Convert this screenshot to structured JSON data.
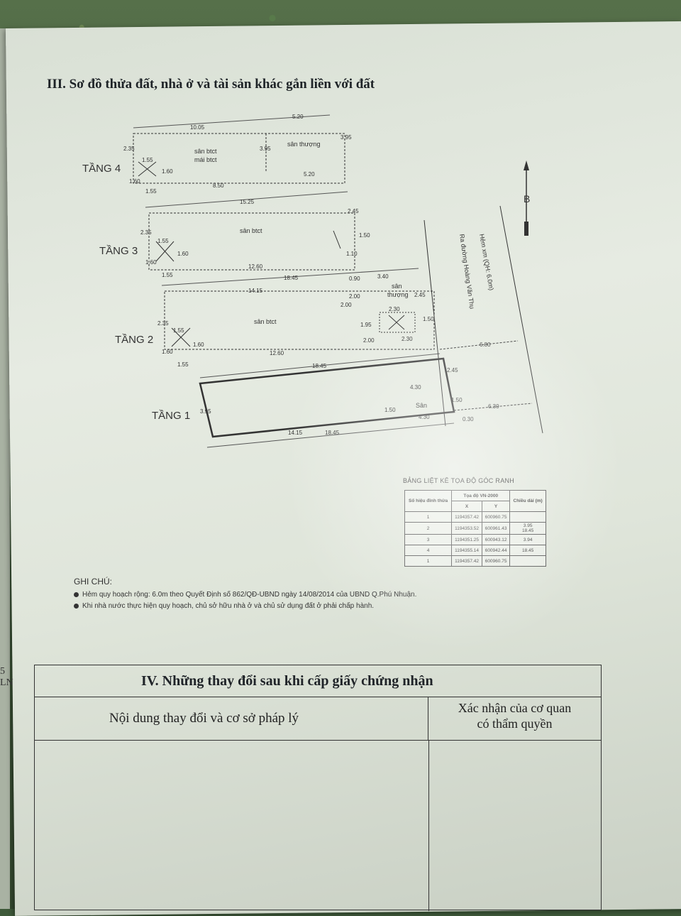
{
  "section_title": "III. Sơ đồ thửa đất, nhà ở và tài sản khác gắn liền với đất",
  "floors": {
    "t4": {
      "label": "TẦNG 4",
      "dims": [
        "10.05",
        "5.20",
        "2.35",
        "3.95",
        "3.95",
        "1.55",
        "1.60",
        "1.60",
        "1.55",
        "8.50",
        "5.20"
      ],
      "texts": [
        "sân btct",
        "mái btct",
        "sân thượng"
      ]
    },
    "t3": {
      "label": "TẦNG 3",
      "dims": [
        "15.25",
        "2.45",
        "1.50",
        "2.35",
        "1.55",
        "1.60",
        "1.60",
        "1.55",
        "12.60",
        "1.10"
      ],
      "texts": [
        "sân btct"
      ]
    },
    "t2": {
      "label": "TẦNG 2",
      "dims": [
        "18.45",
        "0.90",
        "3.40",
        "14.15",
        "2.00",
        "2.00",
        "2.45",
        "1.50",
        "2.30",
        "1.95",
        "2.35",
        "1.55",
        "1.60",
        "1.60",
        "1.55",
        "12.60",
        "2.00",
        "2.30"
      ],
      "texts": [
        "sân btct",
        "sân",
        "thượng"
      ]
    },
    "t1": {
      "label": "TẦNG 1",
      "dims": [
        "18.45",
        "2.45",
        "4.30",
        "1.50",
        "1.50",
        "3.95",
        "4.30",
        "0.30",
        "14.15",
        "18.45",
        "6.30",
        "6.80"
      ],
      "texts": [
        "Sân"
      ]
    }
  },
  "street": {
    "alley": "Hẻm xm (QH: 6.0m)",
    "road": "Ra đường Hoàng Văn Thụ",
    "north": "B"
  },
  "coord_table": {
    "title": "BẢNG LIỆT KÊ TỌA ĐỘ GÓC RANH",
    "headers": {
      "no": "Số hiệu đỉnh thửa",
      "coord": "Tọa độ VN-2000",
      "x": "X",
      "y": "Y",
      "length": "Chiều dài (m)"
    },
    "rows": [
      {
        "no": "1",
        "x": "1194357.42",
        "y": "600960.75"
      },
      {
        "no": "2",
        "x": "1194353.52",
        "y": "600961.43"
      },
      {
        "no": "3",
        "x": "1194351.25",
        "y": "600943.12"
      },
      {
        "no": "4",
        "x": "1194355.14",
        "y": "600942.44"
      },
      {
        "no": "1",
        "x": "1194357.42",
        "y": "600960.75"
      }
    ],
    "lengths": [
      "3.95",
      "18.45",
      "3.94",
      "18.45"
    ]
  },
  "notes": {
    "heading": "GHI CHÚ:",
    "items": [
      "Hẻm quy hoạch rộng: 6.0m theo Quyết Định số 862/QĐ-UBND ngày 14/08/2014 của UBND Q.Phú Nhuận.",
      "Khi nhà nước thực hiện quy hoạch, chủ sở hữu nhà ở và chủ sử dụng đất ở phải chấp hành."
    ]
  },
  "changes": {
    "title": "IV. Những thay đổi sau khi cấp giấy chứng nhận",
    "col1": "Nội dung thay đổi và cơ sở pháp lý",
    "col2_line1": "Xác nhận của cơ quan",
    "col2_line2": "có thẩm quyền"
  },
  "side_mark": "5\nLN"
}
